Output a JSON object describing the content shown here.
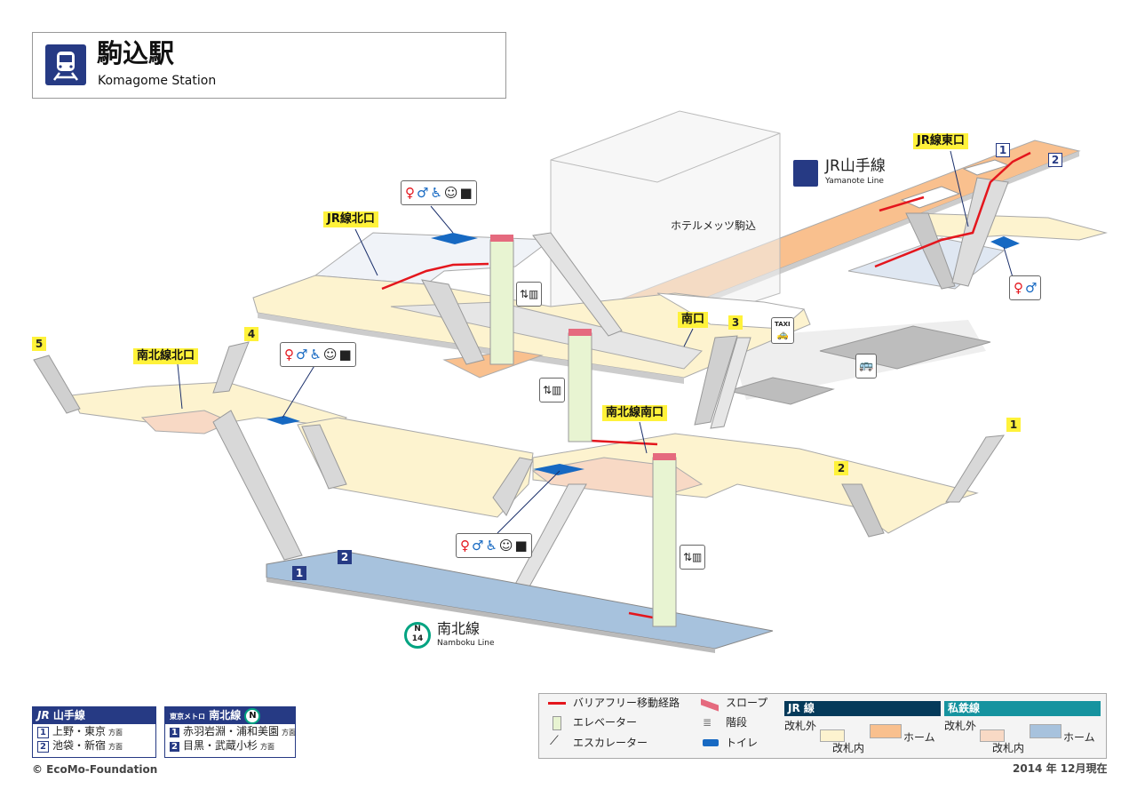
{
  "title": {
    "jp": "駒込駅",
    "en": "Komagome Station",
    "icon": "train-icon"
  },
  "building_label": "ホテルメッツ駒込",
  "lines": {
    "jr": {
      "jp": "JR山手線",
      "en": "Yamanote Line",
      "icon": "train-icon"
    },
    "namboku": {
      "jp": "南北線",
      "en": "Namboku Line",
      "badge_letter": "N",
      "badge_number": "14",
      "color": "#00a381"
    }
  },
  "exits": {
    "jr_north": "JR線北口",
    "jr_east": "JR線東口",
    "south": "南口",
    "namboku_north": "南北線北口",
    "namboku_south": "南北線南口"
  },
  "exit_numbers": [
    "5",
    "4",
    "3",
    "2",
    "1"
  ],
  "platform_numbers": {
    "jr": [
      "1",
      "2"
    ],
    "namboku": [
      "1",
      "2"
    ]
  },
  "facility_icons": [
    "toilet-women-icon",
    "toilet-men-icon",
    "wheelchair-icon",
    "baby-care-icon",
    "ostomate-icon"
  ],
  "service_icons": [
    "elevator-icon",
    "taxi-icon",
    "bus-icon"
  ],
  "taxi_label": "TAXI",
  "legend_lines": {
    "jr": {
      "header_mark": "JR",
      "header": "山手線",
      "rows": [
        {
          "num": "1",
          "dest": "上野・東京",
          "suffix": "方面"
        },
        {
          "num": "2",
          "dest": "池袋・新宿",
          "suffix": "方面"
        }
      ]
    },
    "namboku": {
      "operator": "東京メトロ",
      "header": "南北線",
      "badge": "N",
      "rows": [
        {
          "num": "1",
          "dest": "赤羽岩淵・浦和美園",
          "suffix": "方面"
        },
        {
          "num": "2",
          "dest": "目黒・武蔵小杉",
          "suffix": "方面"
        }
      ]
    }
  },
  "key": {
    "barrier_free_route": "バリアフリー移動経路",
    "elevator": "エレベーター",
    "escalator": "エスカレーター",
    "slope": "スロープ",
    "stairs": "階段",
    "toilet": "トイレ",
    "jr_header": "JR 線",
    "private_header": "私鉄線",
    "outside_gate": "改札外",
    "inside_gate": "改札内",
    "platform": "ホーム",
    "colors": {
      "jr_header": "#053a5a",
      "private_header": "#16939f",
      "route": "#e4161d",
      "jr_platform": "#f9c08e",
      "private_platform": "#a7c2dd"
    }
  },
  "copyright": "© EcoMo-Foundation",
  "date": "2014 年 12月現在"
}
